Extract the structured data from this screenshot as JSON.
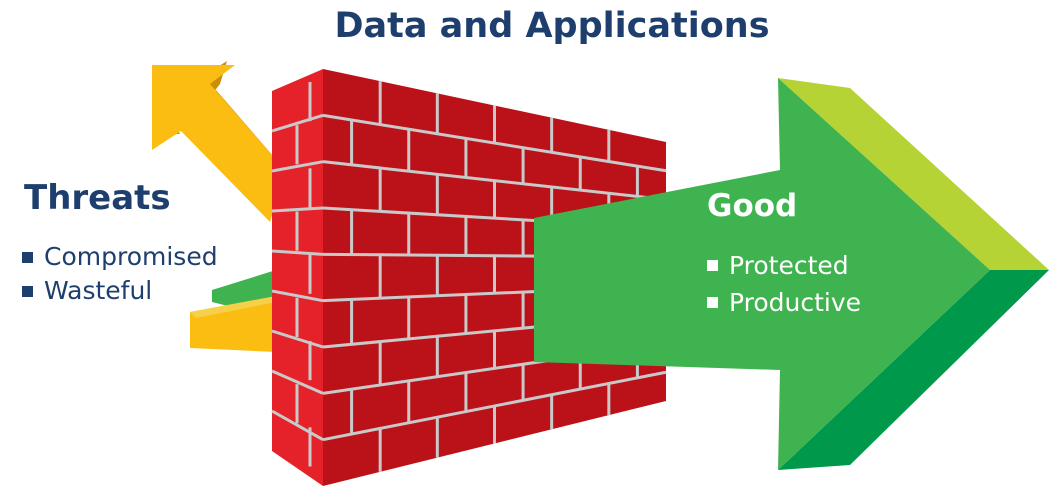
{
  "title": "Data and Applications",
  "threats": {
    "heading": "Threats",
    "items": [
      "Compromised",
      "Wasteful"
    ]
  },
  "good": {
    "heading": "Good",
    "items": [
      "Protected",
      "Productive"
    ]
  },
  "colors": {
    "text_navy": "#1e3f6e",
    "wall_front": "#bb1219",
    "wall_side": "#e52229",
    "mortar": "#c9c9c9",
    "arrow_yellow": "#fbbd12",
    "arrow_yellow_shade": "#c98f0a",
    "arrow_green": "#3fb34f",
    "arrow_green_light": "#b5d334",
    "arrow_green_dark": "#00984a"
  },
  "icons": [
    "firewall-brick-wall",
    "deflected-yellow-arrow",
    "blocked-yellow-arrow",
    "blocked-green-arrow",
    "passing-green-arrow"
  ]
}
